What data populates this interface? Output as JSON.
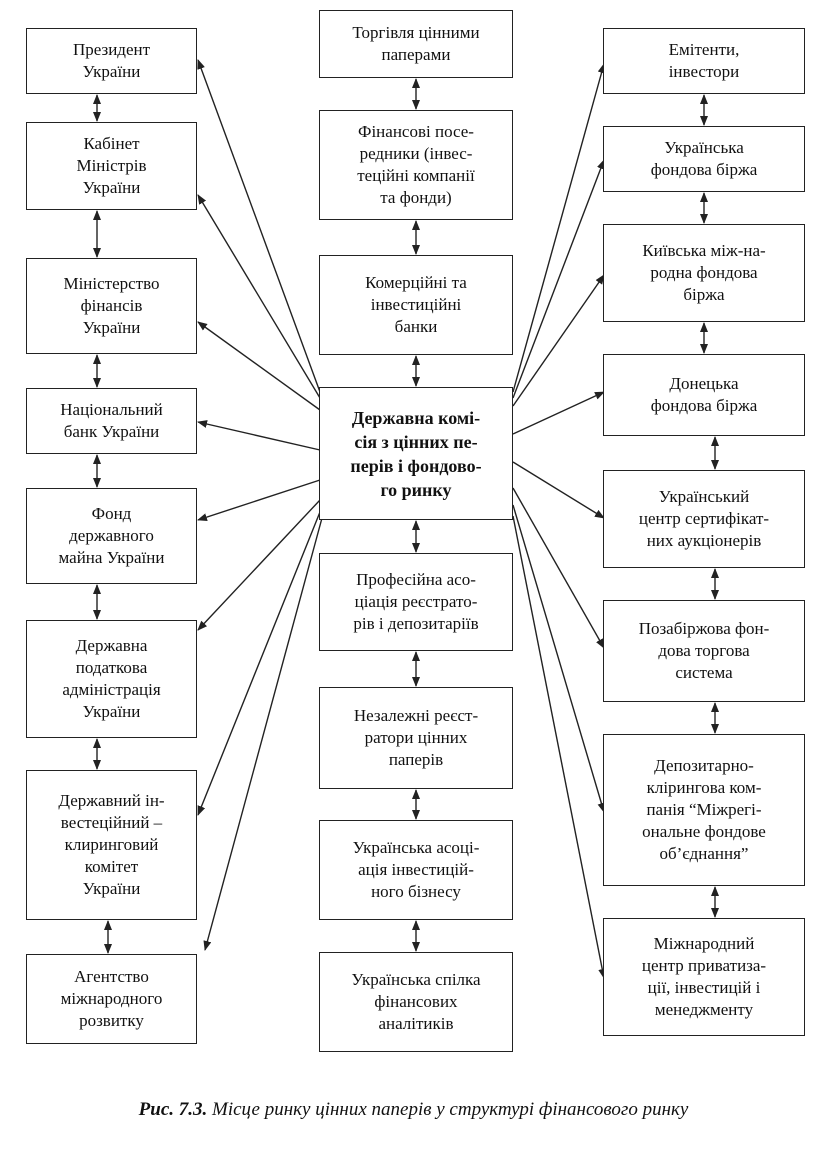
{
  "nodes": {
    "president": "Президент\nУкраїни",
    "cabinet": "Кабінет\nМіністрів\nУкраїни",
    "minfin": "Міністерство\nфінансів\nУкраїни",
    "nbu": "Національний\nбанк України",
    "spf": "Фонд\nдержавного\nмайна України",
    "dpa": "Державна\nподаткова\nадміністрація\nУкраїни",
    "dik": "Державний ін-\nвестеційний –\nклиринговий\nкомітет\nУкраїни",
    "agency": "Агентство\nміжнародного\nрозвитку",
    "trade": "Торгівля цінними\nпаперами",
    "intermediaries": "Фінансові посе-\nредники (інвес-\nтеційні компанії\nта фонди)",
    "banks": "Комерційні та\nінвестиційні\nбанки",
    "center": "Державна комі-\nсія з цінних пе-\nперів і фондово-\nго ринку",
    "prof_assoc": "Професійна асо-\nціація реєстрато-\nрів і депозитаріїв",
    "registrars": "Незалежні реєст-\nратори цінних\nпаперів",
    "uaib": "Українська асоці-\nація інвестицій-\nного бізнесу",
    "analysts": "Українська спілка\nфінансових\nаналітиків",
    "issuers": "Емітенти,\nінвестори",
    "ufb": "Українська\nфондова біржа",
    "kmfb": "Київська між-на-\nродна фондова\nбіржа",
    "dfb": "Донецька\nфондова біржа",
    "ucsa": "Український\nцентр сертифікат-\nних аукціонерів",
    "pfts": "Позабіржова фон-\nдова торгова\nсистема",
    "mfs": "Депозитарно-\nклірингова ком-\nпанія “Міжрегі-\nональне фондове\nоб’єднання”",
    "mcp": "Міжнародний\nцентр приватиза-\nції, інвестицій і\nменеджменту"
  },
  "caption": {
    "figure_label": "Рис. 7.3.",
    "text": "Місце ринку цінних паперів у структурі фінансового ринку"
  }
}
